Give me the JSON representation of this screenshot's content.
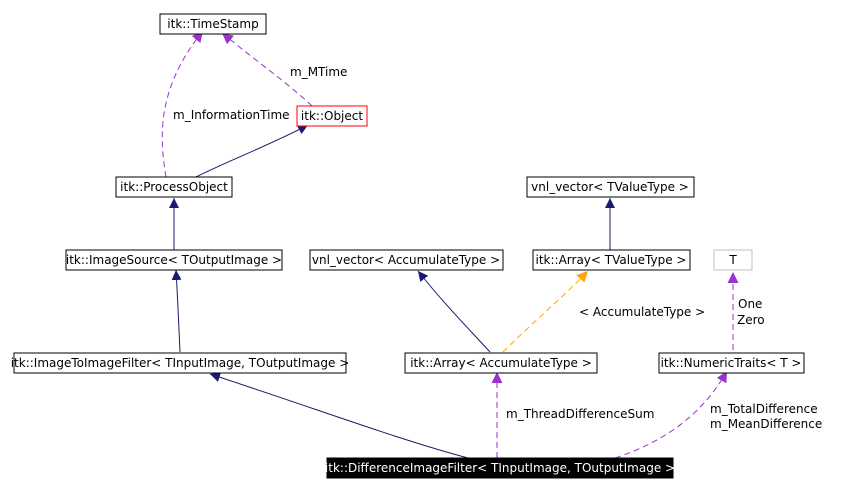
{
  "nodes": {
    "timestamp": "itk::TimeStamp",
    "object": "itk::Object",
    "process_object": "itk::ProcessObject",
    "vnl_vector_tvalue": "vnl_vector< TValueType >",
    "image_source": "itk::ImageSource< TOutputImage >",
    "vnl_vector_accum": "vnl_vector< AccumulateType >",
    "array_tvalue": "itk::Array< TValueType >",
    "t": "T",
    "image_to_image_filter": "itk::ImageToImageFilter< TInputImage, TOutputImage >",
    "array_accum": "itk::Array< AccumulateType >",
    "numeric_traits": "itk::NumericTraits< T >",
    "difference_filter": "itk::DifferenceImageFilter< TInputImage, TOutputImage >"
  },
  "edge_labels": {
    "m_mtime": "m_MTime",
    "m_information_time": "m_InformationTime",
    "accumulate_type": "< AccumulateType >",
    "one": "One",
    "zero": "Zero",
    "m_thread_difference_sum": "m_ThreadDifferenceSum",
    "m_total_difference": "m_TotalDifference",
    "m_mean_difference": "m_MeanDifference"
  },
  "colors": {
    "inheritance": "#1a1a6e",
    "usage": "#9a32cd",
    "template": "#ffa500",
    "highlight_border": "#ff0000",
    "main_fill": "#000000",
    "t_border": "#bfbfbf"
  }
}
